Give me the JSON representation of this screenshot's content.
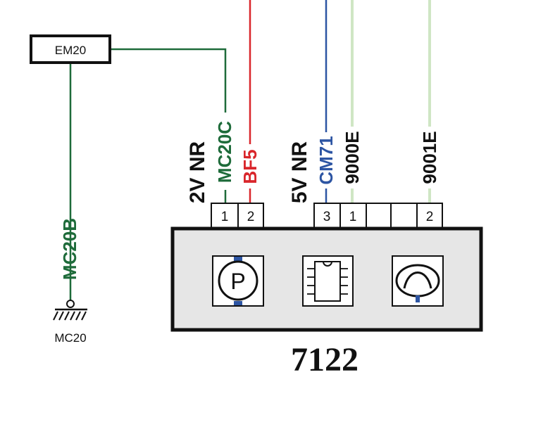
{
  "colors": {
    "black": "#111111",
    "green": "#1e6b3a",
    "red": "#d9262b",
    "blue": "#2d55a3",
    "light_green": "#cfe6c4",
    "box_fill": "#e6e6e6"
  },
  "em20": {
    "label": "EM20"
  },
  "ground": {
    "wire_label": "MC20B",
    "label": "MC20",
    "icon": "ground-icon"
  },
  "connector_a": {
    "group_label": "2V NR",
    "wires": [
      {
        "label": "MC20C",
        "color": "green"
      },
      {
        "label": "BF5",
        "color": "red"
      }
    ],
    "pins": [
      "1",
      "2"
    ]
  },
  "connector_b": {
    "group_label": "5V NR",
    "wires": [
      {
        "label": "CM71",
        "color": "blue"
      },
      {
        "label": "9000E",
        "color": "black"
      },
      {
        "label": "9001E",
        "color": "black"
      }
    ],
    "pins": [
      "3",
      "1",
      "",
      "",
      "2"
    ]
  },
  "component": {
    "label": "7122",
    "icons": [
      "parking-p-icon",
      "ic-chip-icon",
      "gauge-icon"
    ]
  }
}
